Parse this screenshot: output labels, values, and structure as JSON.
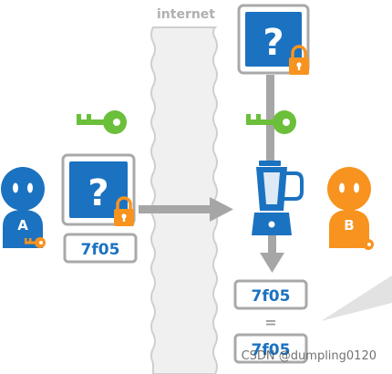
{
  "diagram": {
    "internet_label": "internet",
    "question_glyph": "?",
    "hash_value": "7f05",
    "equals_glyph": "=",
    "person_a_label": "A",
    "person_b_label": "B",
    "watermark": "CSDN @dumpling0120"
  },
  "icons": {
    "encrypted_document": "question-document-lock-icon",
    "key": "key-icon",
    "hash_function": "blender-icon",
    "person": "person-icon"
  },
  "colors": {
    "blue": "#1b72c0",
    "orange": "#f7931e",
    "green": "#6bbf3a",
    "gray_frame": "#a9a9a9",
    "arrow_gray": "#a6a6a6",
    "cloud_fill": "#f0f0f0"
  }
}
